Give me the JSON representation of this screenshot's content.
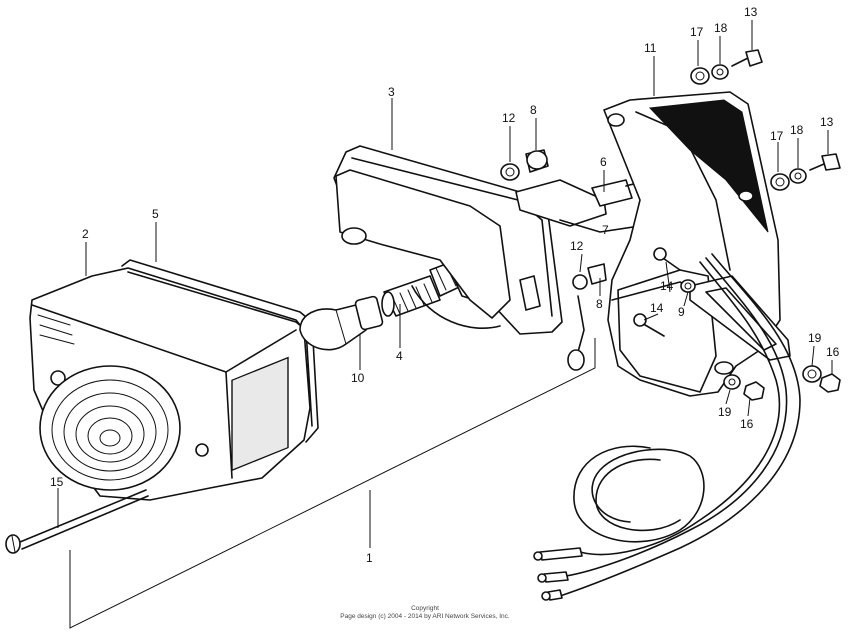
{
  "callouts": {
    "c1": "1",
    "c2": "2",
    "c3": "3",
    "c4": "4",
    "c5": "5",
    "c6": "6",
    "c7": "7",
    "c8a": "8",
    "c8b": "8",
    "c9": "9",
    "c10": "10",
    "c11": "11",
    "c12a": "12",
    "c12b": "12",
    "c13a": "13",
    "c13b": "13",
    "c14a": "14",
    "c14b": "14",
    "c15": "15",
    "c16a": "16",
    "c16b": "16",
    "c17a": "17",
    "c17b": "17",
    "c18a": "18",
    "c18b": "18",
    "c19a": "19",
    "c19b": "19"
  },
  "copyright": {
    "line1": "Copyright",
    "line2": "Page design (c) 2004 - 2014 by ARI Network Services, Inc."
  }
}
